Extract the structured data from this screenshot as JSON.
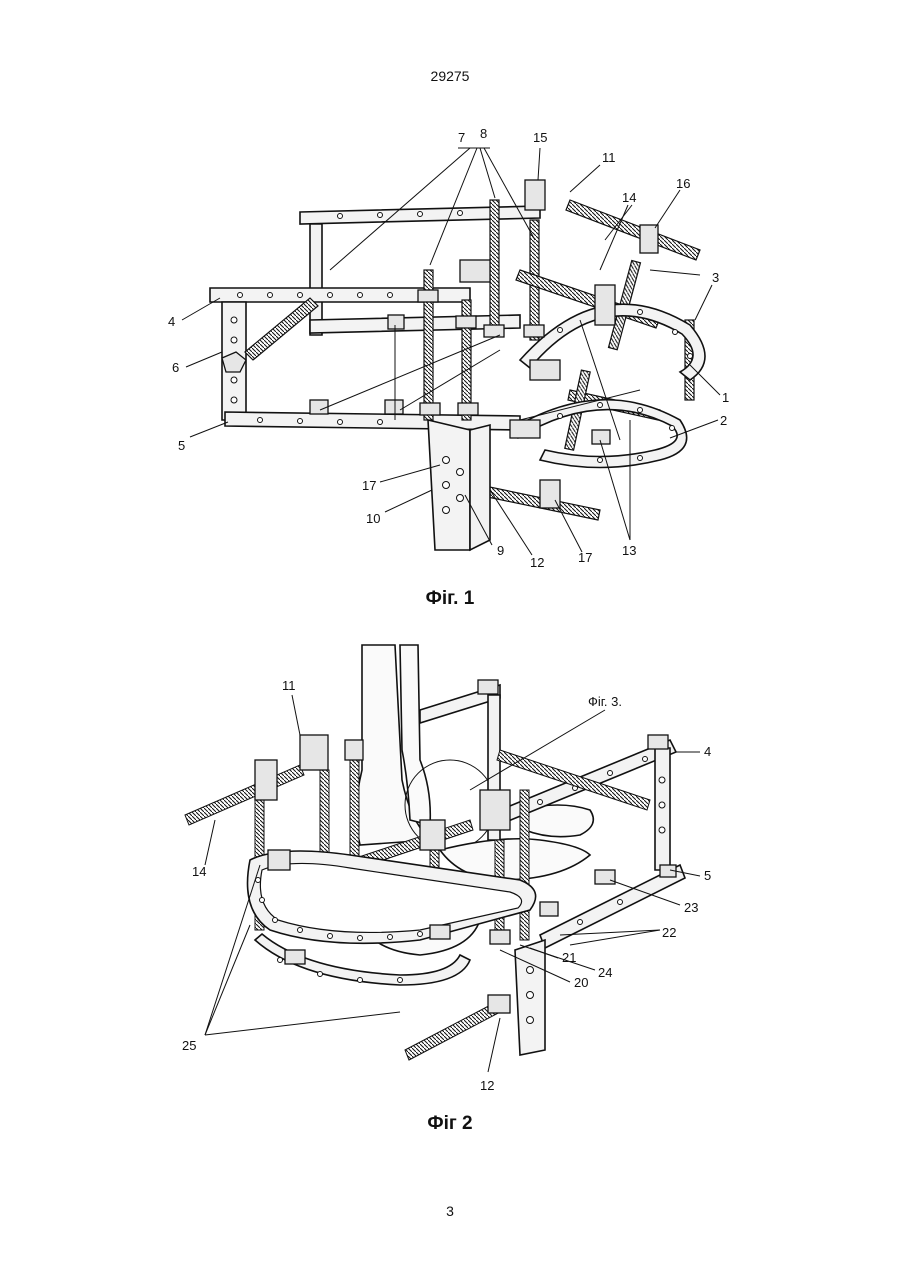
{
  "header": {
    "page_code": "29275"
  },
  "footer": {
    "page_number": "3"
  },
  "figure1": {
    "caption": "Фіг. 1",
    "labels": [
      "7",
      "8",
      "15",
      "11",
      "14",
      "16",
      "3",
      "4",
      "6",
      "1",
      "5",
      "2",
      "17",
      "10",
      "9",
      "12",
      "17",
      "13"
    ]
  },
  "figure2": {
    "caption": "Фіг 2",
    "ref_label": "Фіг. 3.",
    "labels": [
      "11",
      "4",
      "14",
      "5",
      "23",
      "22",
      "21",
      "24",
      "20",
      "25",
      "12"
    ]
  }
}
